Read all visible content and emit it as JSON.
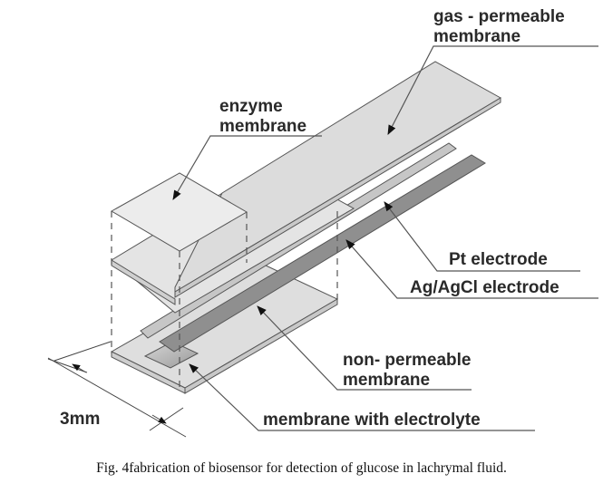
{
  "figure": {
    "title": "Exploded view of lachrymal-fluid glucose biosensor",
    "labels": {
      "gas_membrane": [
        "gas - permeable",
        "membrane"
      ],
      "enzyme_membrane": [
        "enzyme",
        "membrane"
      ],
      "pt_electrode": "Pt electrode",
      "agagcl_electrode": "Ag/AgCl electrode",
      "non_permeable_membrane": [
        "non- permeable",
        "membrane"
      ],
      "electrolyte_membrane": "membrane with electrolyte",
      "dimension": "3mm"
    },
    "caption": "Fig. 4fabrication of biosensor for detection of glucose in lachrymal fluid.",
    "colors": {
      "membrane_fill": "#dcdcdc",
      "enzyme_fill": "#e6e6e6",
      "pt_fill": "#c4c4c4",
      "agagcl_fill": "#8c8c8c",
      "electrolyte_fill": "#b8b8b8",
      "line": "#555555"
    }
  }
}
